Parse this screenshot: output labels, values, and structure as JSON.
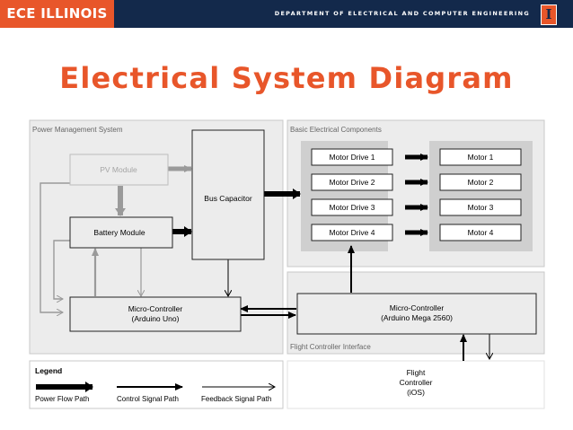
{
  "header": {
    "brand": "ECE ILLINOIS",
    "department": "DEPARTMENT OF ELECTRICAL AND COMPUTER ENGINEERING",
    "logo_letter": "I",
    "colors": {
      "navy": "#13294b",
      "orange": "#e8562a"
    }
  },
  "title": "Electrical System Diagram",
  "diagram": {
    "sections": {
      "power_management": "Power Management System",
      "basic_components": "Basic Electrical Components",
      "flight_interface": "Flight Controller Interface"
    },
    "blocks": {
      "pv_module": "PV Module",
      "battery_module": "Battery Module",
      "bus_capacitor": "Bus Capacitor",
      "mc_uno_line1": "Micro-Controller",
      "mc_uno_line2": "(Arduino Uno)",
      "mc_mega_line1": "Micro-Controller",
      "mc_mega_line2": "(Arduino Mega 2560)",
      "flight_line1": "Flight",
      "flight_line2": "Controller",
      "flight_line3": "(iOS)"
    },
    "motor_drives": [
      "Motor Drive 1",
      "Motor Drive 2",
      "Motor Drive 3",
      "Motor Drive 4"
    ],
    "motors": [
      "Motor 1",
      "Motor 2",
      "Motor 3",
      "Motor 4"
    ],
    "legend": {
      "title": "Legend",
      "power": "Power Flow Path",
      "control": "Control Signal Path",
      "feedback": "Feedback Signal Path"
    }
  }
}
